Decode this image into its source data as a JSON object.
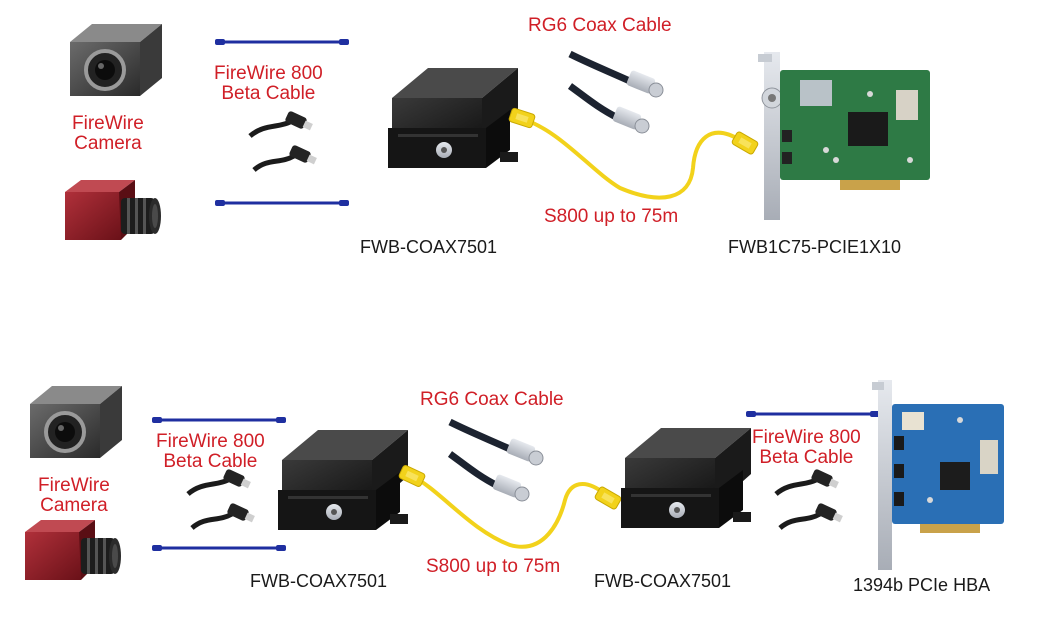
{
  "colors": {
    "label_red": "#d01f27",
    "firewire_blue": "#1f2fa0",
    "s800_yellow": "#f2d21b",
    "coax_dark": "#1c2330",
    "pcb_green": "#2e7a45",
    "pcb_blue": "#2a6fb5",
    "camera_red": "#8a1a22"
  },
  "top": {
    "camera_label": "FireWire\nCamera",
    "firewire_cable_label": "FireWire 800\nBeta Cable",
    "coax_cable_label": "RG6 Coax Cable",
    "s800_label": "S800 up to 75m",
    "converter_label": "FWB-COAX7501",
    "card_label": "FWB1C75-PCIE1X10"
  },
  "bottom": {
    "camera_label": "FireWire\nCamera",
    "firewire_cable_left_label": "FireWire 800\nBeta Cable",
    "coax_cable_label": "RG6 Coax Cable",
    "s800_label": "S800 up to 75m",
    "converter_left_label": "FWB-COAX7501",
    "converter_right_label": "FWB-COAX7501",
    "firewire_cable_right_label": "FireWire 800\nBeta Cable",
    "card_label": "1394b PCIe HBA"
  },
  "icons": [
    "camera-black",
    "camera-red",
    "firewire-link",
    "beta-cable",
    "coax-converter",
    "bnc-coax-cable",
    "yellow-s800-cable",
    "pcie-card"
  ]
}
